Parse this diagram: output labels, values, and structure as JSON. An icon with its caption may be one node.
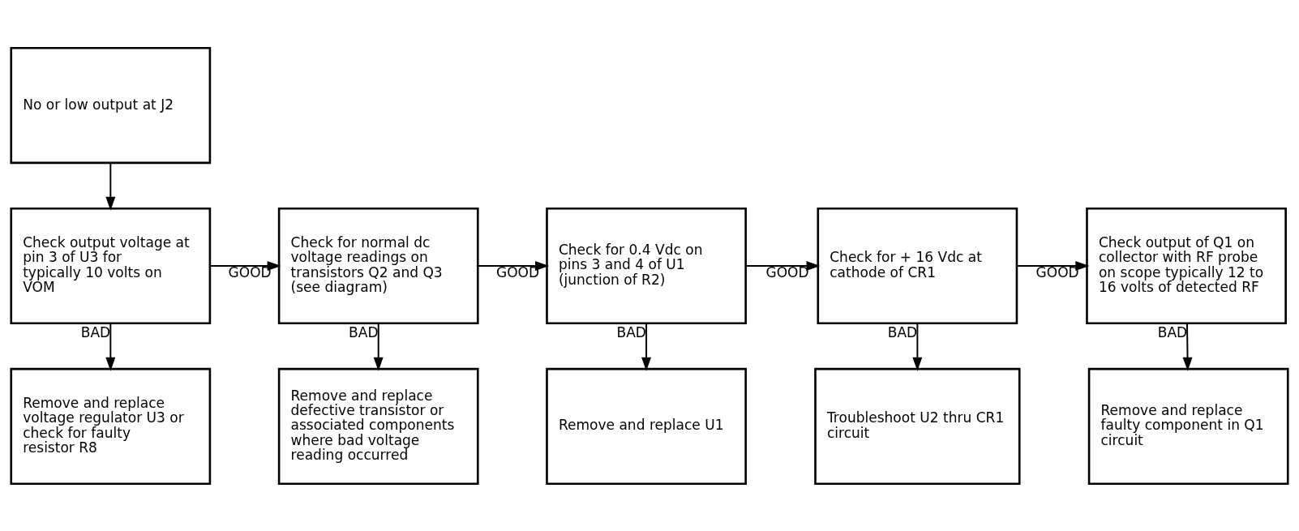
{
  "diagram": {
    "nodes": [
      {
        "text": [
          "No or low output at J2"
        ]
      },
      {
        "text": [
          "Check output voltage at pin 3 of U3 for typically 10 volts on VOM"
        ]
      },
      {
        "text": [
          "Check for normal dc voltage readings on transistors Q2 and Q3 (see diagram)"
        ]
      },
      {
        "text": [
          "Check for 0.4 Vdc on pins 3 and 4 of U1 (junction of R2)"
        ]
      },
      {
        "text": [
          "Check for + 16 Vdc at cathode of CR1"
        ]
      },
      {
        "text": [
          "Check output of Q1 on collector with RF probe on scope typically 12 to 16 volts of detected RF"
        ]
      },
      {
        "text": [
          "Remove and replace voltage regulator U3 or check for faulty resistor R8"
        ]
      },
      {
        "text": [
          "Remove and replace defective transistor or associated components where bad voltage reading occurred"
        ]
      },
      {
        "text": [
          "Remove and replace U1"
        ]
      },
      {
        "text": [
          "Troubleshoot U2 thru CR1 circuit"
        ]
      },
      {
        "text": [
          "Remove and replace faulty component in Q1 circuit"
        ]
      }
    ],
    "edges": [
      {
        "from": 0,
        "to": 1,
        "arrow": "to"
      },
      {
        "from": 1,
        "to": 2,
        "arrow": "to",
        "label": "GOOD"
      },
      {
        "from": 2,
        "to": 3,
        "arrow": "to",
        "label": "GOOD"
      },
      {
        "from": 3,
        "to": 4,
        "arrow": "to",
        "label": "GOOD"
      },
      {
        "from": 4,
        "to": 5,
        "arrow": "to",
        "label": "GOOD"
      },
      {
        "from": 1,
        "to": 6,
        "arrow": "to",
        "label": "BAD"
      },
      {
        "from": 2,
        "to": 7,
        "arrow": "to",
        "label": "BAD"
      },
      {
        "from": 3,
        "to": 8,
        "arrow": "to",
        "label": "BAD"
      },
      {
        "from": 4,
        "to": 9,
        "arrow": "to",
        "label": "BAD"
      },
      {
        "from": 5,
        "to": 10,
        "arrow": "to",
        "label": "BAD"
      }
    ]
  }
}
